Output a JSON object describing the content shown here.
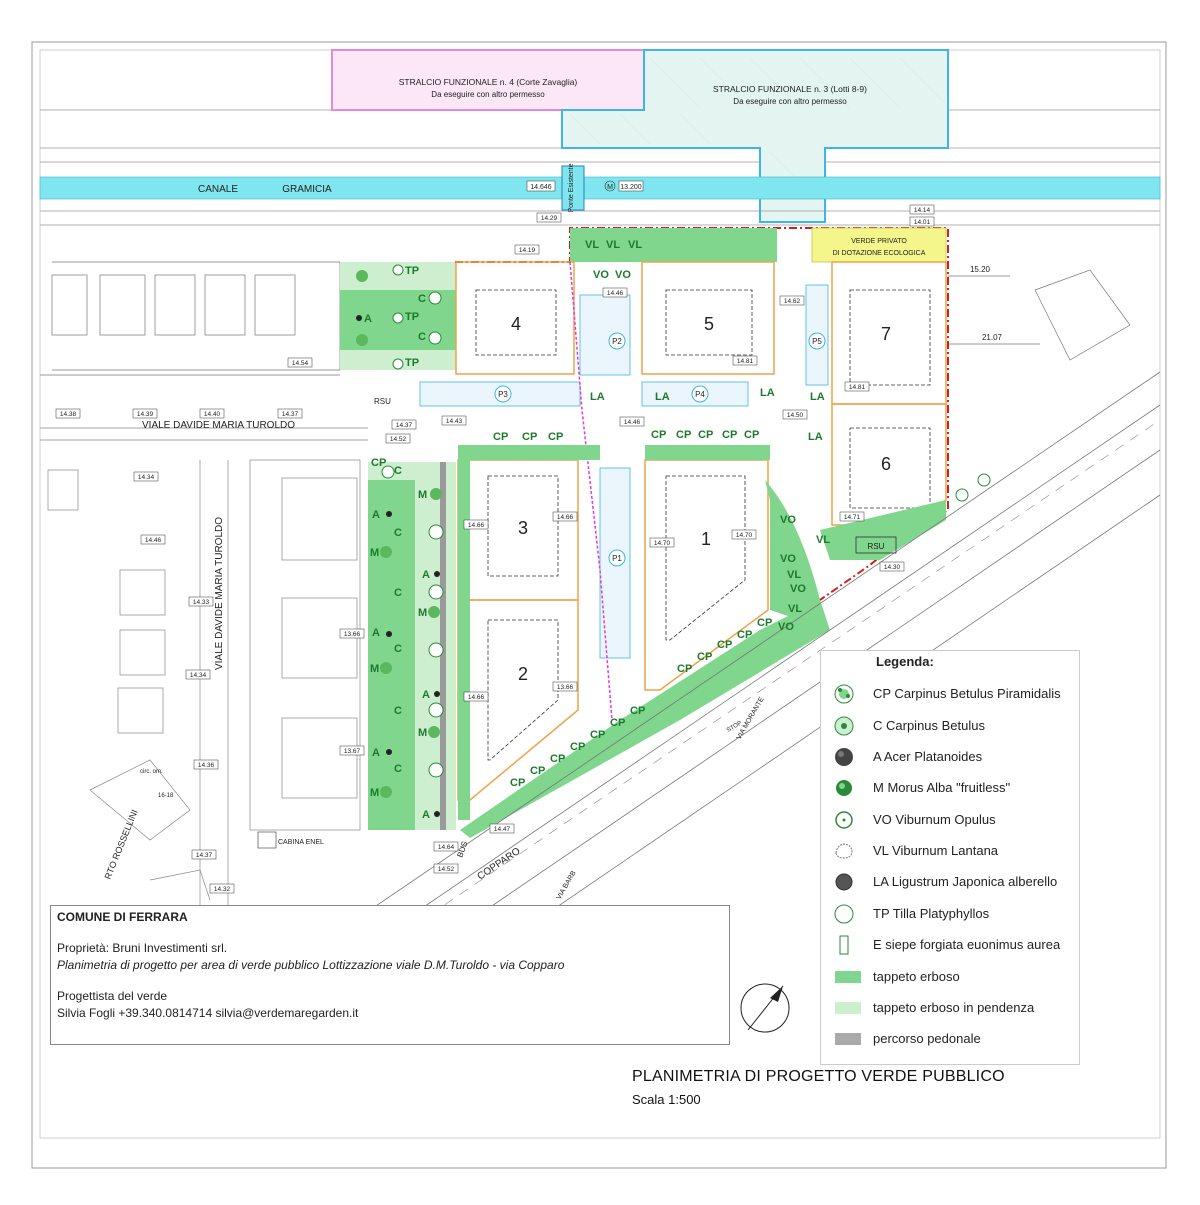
{
  "top_zones": {
    "stralcio4": {
      "title": "STRALCIO FUNZIONALE n. 4 (Corte Zavaglia)",
      "sub": "Da eseguire con altro permesso"
    },
    "stralcio3": {
      "title": "STRALCIO FUNZIONALE n. 3 (Lotti 8-9)",
      "sub": "Da eseguire con altro permesso"
    }
  },
  "canal": {
    "name1": "CANALE",
    "name2": "GRAMICIA",
    "elev_left": "14.646",
    "elev_right": "13.200",
    "bridge": "Ponte Esistente",
    "marker": "M"
  },
  "elevations": [
    "14.29",
    "14.19",
    "14.14",
    "14.01",
    "14.46",
    "14.62",
    "14.54",
    "14.38",
    "14.39",
    "14.40",
    "14.37",
    "14.37",
    "14.43",
    "14.52",
    "14.66",
    "14.66",
    "14.70",
    "14.70",
    "14.46",
    "14.81",
    "14.81",
    "14.50",
    "14.71",
    "14.30",
    "14.46",
    "14.34",
    "14.33",
    "14.34",
    "14.36",
    "14.37",
    "14.32",
    "14.47",
    "14.64",
    "14.52",
    "13.66",
    "13.66",
    "13.67",
    "14.66"
  ],
  "lots": [
    "1",
    "2",
    "3",
    "4",
    "5",
    "6",
    "7"
  ],
  "parking": [
    "P1",
    "P2",
    "P3",
    "P4",
    "P5"
  ],
  "streets": {
    "viale_top": "VIALE DAVIDE MARIA TUROLDO",
    "viale_vert": "VIALE DAVIDE MARIA TUROLDO",
    "copparo": "COPPARO",
    "morante": "VIA MORANTE",
    "barbo": "VIA BARB",
    "rossellini": "RTO ROSSELLINI",
    "bus": "BUS",
    "circ": "circ. om.",
    "civ": "16-18"
  },
  "labels": {
    "rsu": "RSU",
    "cabina": "CABINA ENEL",
    "verde_privato": "VERDE PRIVATO",
    "dotazione": "DI DOTAZIONE ECOLOGICA",
    "dim1": "15.20",
    "dim2": "21.07",
    "stop": "STOP"
  },
  "plants_codes": [
    "VL",
    "VO",
    "CP",
    "C",
    "A",
    "M",
    "LA",
    "TP"
  ],
  "info_box": {
    "title": "COMUNE DI FERRARA",
    "owner": "Proprietà: Bruni Investimenti srl.",
    "desc": "Planimetria di progetto  per area di verde pubblico Lottizzazione viale D.M.Turoldo - via Copparo",
    "designer_label": "Progettista del verde",
    "designer": "Silvia Fogli +39.340.0814714  silvia@verdemaregarden.it"
  },
  "legend": {
    "title": "Legenda:",
    "items": [
      {
        "code": "CP",
        "text": "CP  Carpinus Betulus Piramidalis",
        "icon": "tree-cluster-icon"
      },
      {
        "code": "C",
        "text": "C  Carpinus Betulus",
        "icon": "tree-round-icon"
      },
      {
        "code": "A",
        "text": "A Acer Platanoides",
        "icon": "tree-dark-icon"
      },
      {
        "code": "M",
        "text": "M Morus Alba \"fruitless\"",
        "icon": "tree-green-icon"
      },
      {
        "code": "VO",
        "text": "VO Viburnum Opulus",
        "icon": "shrub-circle-icon"
      },
      {
        "code": "VL",
        "text": "VL Viburnum Lantana",
        "icon": "shrub-outline-icon"
      },
      {
        "code": "LA",
        "text": "LA Ligustrum Japonica alberello",
        "icon": "shrub-dark-icon"
      },
      {
        "code": "TP",
        "text": "TP Tilla Platyphyllos",
        "icon": "tree-ring-icon"
      },
      {
        "code": "E",
        "text": "E siepe forgiata euonimus aurea",
        "icon": "hedge-icon"
      },
      {
        "code": "",
        "text": "tappeto erboso",
        "icon": "lawn-swatch"
      },
      {
        "code": "",
        "text": "tappeto erboso in pendenza",
        "icon": "sloped-lawn-swatch"
      },
      {
        "code": "",
        "text": "percorso pedonale",
        "icon": "path-swatch"
      }
    ]
  },
  "title_block": {
    "title": "PLANIMETRIA DI PROGETTO VERDE PUBBLICO",
    "scale": "Scala 1:500"
  },
  "colors": {
    "lawn": "#7fd68c",
    "lawn_light": "#cdeecf",
    "canal": "#7fe6f0",
    "stralcio4": "#e58bd6",
    "stralcio3": "#3fb4e8",
    "lot_border": "#f0a24a",
    "red_boundary": "#d22020"
  }
}
